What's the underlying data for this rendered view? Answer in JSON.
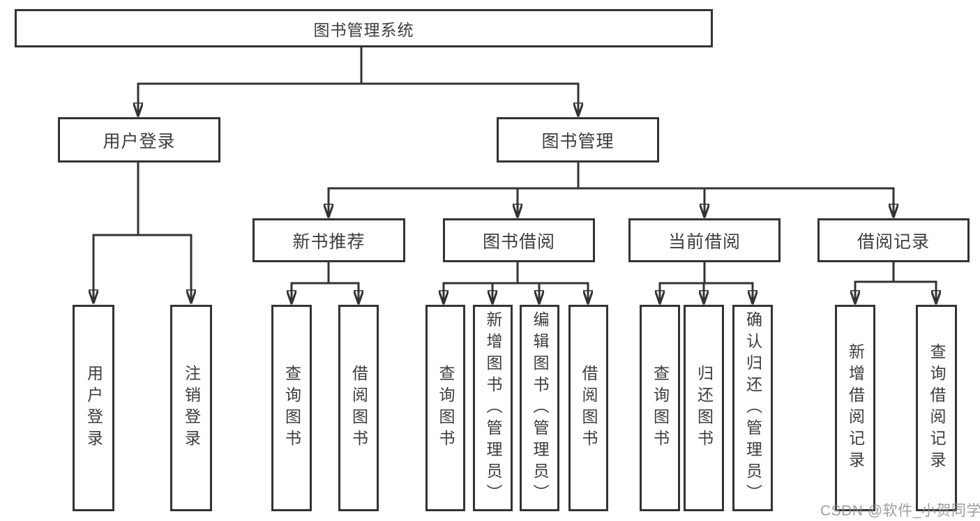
{
  "tree": {
    "label": "图书管理系统",
    "children": [
      {
        "label": "用户登录",
        "children": [
          {
            "label": "用户登录"
          },
          {
            "label": "注销登录"
          }
        ]
      },
      {
        "label": "图书管理",
        "children": [
          {
            "label": "新书推荐",
            "children": [
              {
                "label": "查询图书"
              },
              {
                "label": "借阅图书"
              }
            ]
          },
          {
            "label": "图书借阅",
            "children": [
              {
                "label": "查询图书"
              },
              {
                "label": "新增图书（管理员）"
              },
              {
                "label": "编辑图书（管理员）"
              },
              {
                "label": "借阅图书"
              }
            ]
          },
          {
            "label": "当前借阅",
            "children": [
              {
                "label": "查询图书"
              },
              {
                "label": "归还图书"
              },
              {
                "label": "确认归还（管理员）"
              }
            ]
          },
          {
            "label": "借阅记录",
            "children": [
              {
                "label": "新增借阅记录"
              },
              {
                "label": "查询借阅记录"
              }
            ]
          }
        ]
      }
    ]
  },
  "watermark": {
    "text": "CSDN @软件_小贺同学"
  },
  "colors": {
    "line": "#333333",
    "box_border": "#333333",
    "text": "#3c3c3c",
    "watermark": "#8c8c8c",
    "background": "#ffffff"
  }
}
